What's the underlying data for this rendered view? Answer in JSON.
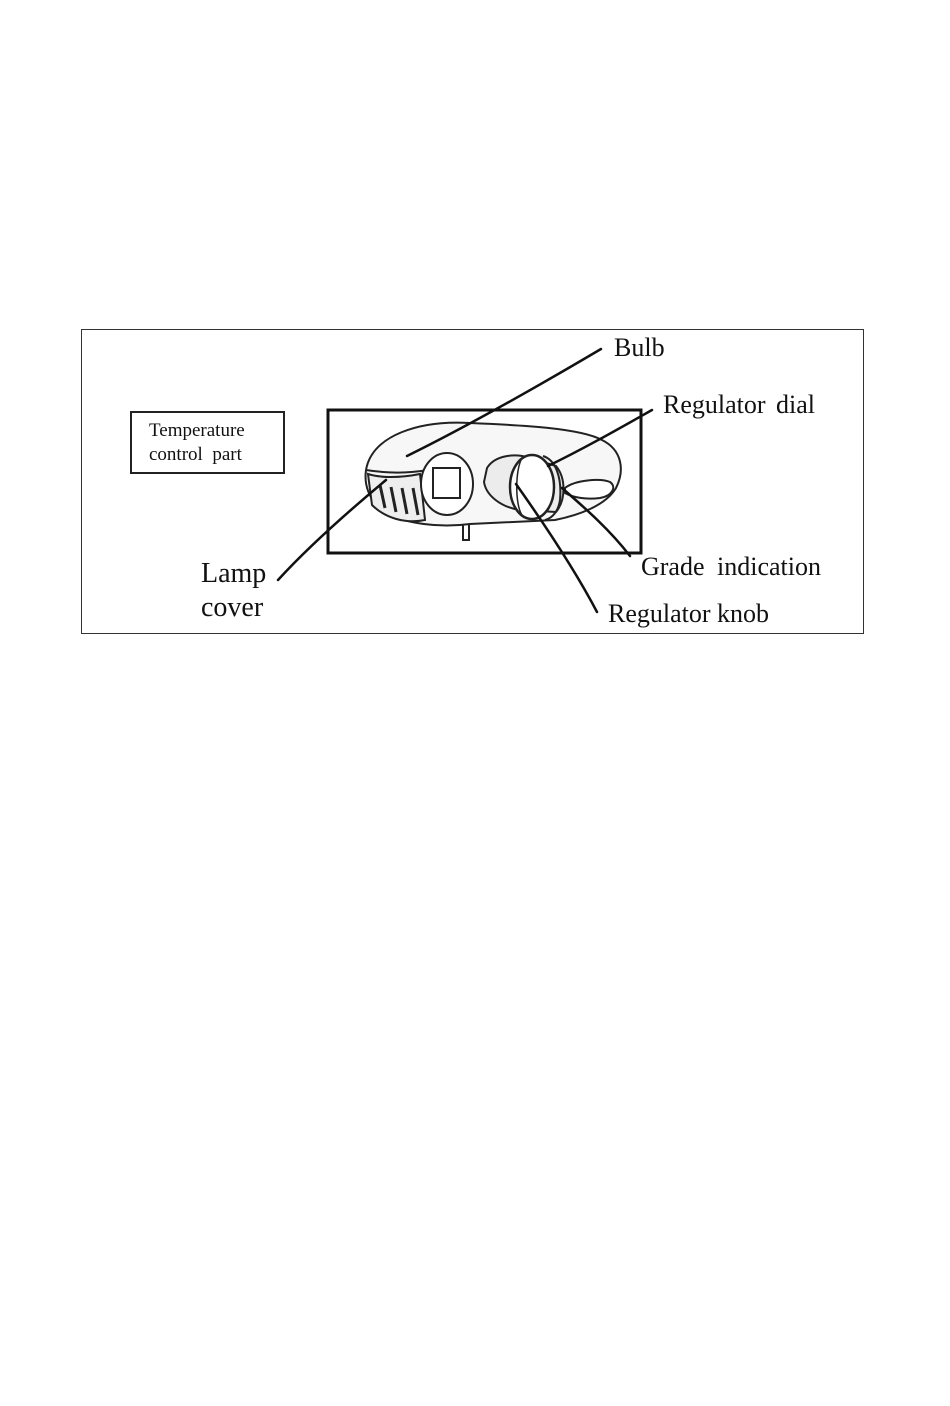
{
  "diagram": {
    "box_label": "Temperature\ncontrol  part",
    "callouts": {
      "bulb": "Bulb",
      "regulator_dial": "Regulator  dial",
      "grade_indication": "Grade  indication",
      "regulator_knob": "Regulator knob",
      "lamp_cover": "Lamp\ncover"
    }
  },
  "colors": {
    "line": "#111111",
    "background": "#ffffff"
  }
}
